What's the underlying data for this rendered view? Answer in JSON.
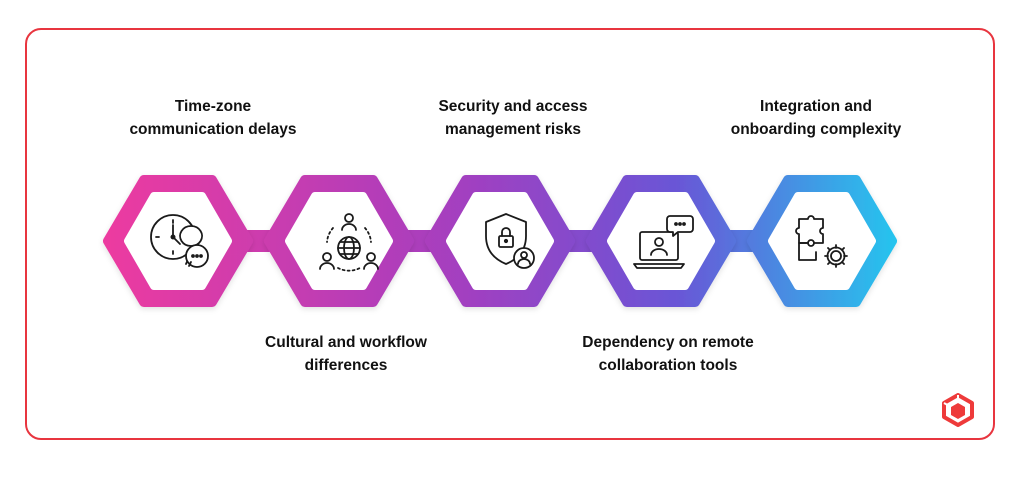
{
  "steps": [
    {
      "line1": "Time-zone",
      "line2": "communication delays",
      "icon": "clock-chat-icon",
      "color": "#e33aa6"
    },
    {
      "line1": "Cultural and workflow",
      "line2": "differences",
      "icon": "globe-people-icon",
      "color": "#c640b5"
    },
    {
      "line1": "Security and access",
      "line2": "management risks",
      "icon": "shield-lock-user-icon",
      "color": "#8b3fc6"
    },
    {
      "line1": "Dependency on remote",
      "line2": "collaboration tools",
      "icon": "laptop-user-chat-icon",
      "color": "#5f5fd6"
    },
    {
      "line1": "Integration and",
      "line2": "onboarding complexity",
      "icon": "puzzle-gear-icon",
      "color": "#2ec0ea"
    }
  ],
  "gradient": {
    "start": "#ec3aa0",
    "mid": "#8a3fc8",
    "end": "#26c4ee"
  },
  "frame_color": "#e8353f",
  "logo_icon": "brand-cube-logo-icon"
}
